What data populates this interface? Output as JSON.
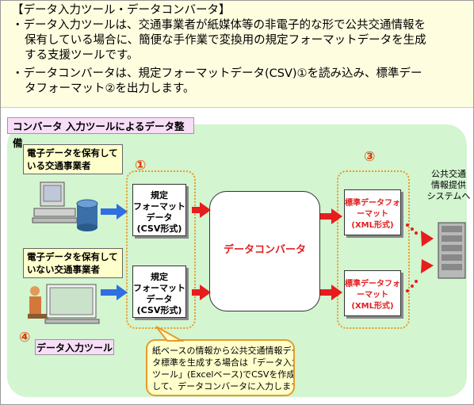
{
  "header": {
    "title": "【データ入力ツール・データコンバータ】",
    "bullet1_line1": "・データ入力ツールは、交通事業者が紙媒体等の非電子的な形で公共交通情報を",
    "bullet1_line2": "保有している場合に、簡便な手作業で変換用の規定フォーマットデータを生成",
    "bullet1_line3": "する支援ツールです。",
    "bullet2_line1": "・データコンバータは、規定フォーマットデータ(CSV)①を読み込み、標準デー",
    "bullet2_line2": "タフォーマット②を出力します。"
  },
  "section": {
    "title": "コンバータ 入力ツールによるデータ整備"
  },
  "operators": {
    "electronic": "電子データを保有している交通事業者",
    "electronic_l1": "電子データを保有して",
    "electronic_l2": "いる交通事業者",
    "nonelectronic_l1": "電子データを保有して",
    "nonelectronic_l2": "いない交通事業者"
  },
  "markers": {
    "one": "①",
    "three": "③",
    "four": "④"
  },
  "format_doc": {
    "l1": "規定",
    "l2": "フォーマット",
    "l3": "データ",
    "l4": "(CSV形式)"
  },
  "std_doc": {
    "l1": "標準データフォーマット",
    "l2": "(XML形式)"
  },
  "converter": {
    "label": "データコンバータ"
  },
  "public_system": {
    "l1": "公共交通",
    "l2": "情報提供",
    "l3": "システムへ"
  },
  "tool": {
    "label": "データ入力ツール"
  },
  "callout": {
    "l1": "紙ベースの情報から公共交通情報デー",
    "l2": "タ標準を生成する場合は「データ入力",
    "l3": "ツール」(Excelベース)でCSVを作成",
    "l4": "して、データコンバータに入力します。"
  },
  "colors": {
    "arrow_blue": "#2f6fe0",
    "arrow_red": "#e81c1c",
    "accent_orange": "#e89a28",
    "green_panel": "#d3f5d0"
  }
}
